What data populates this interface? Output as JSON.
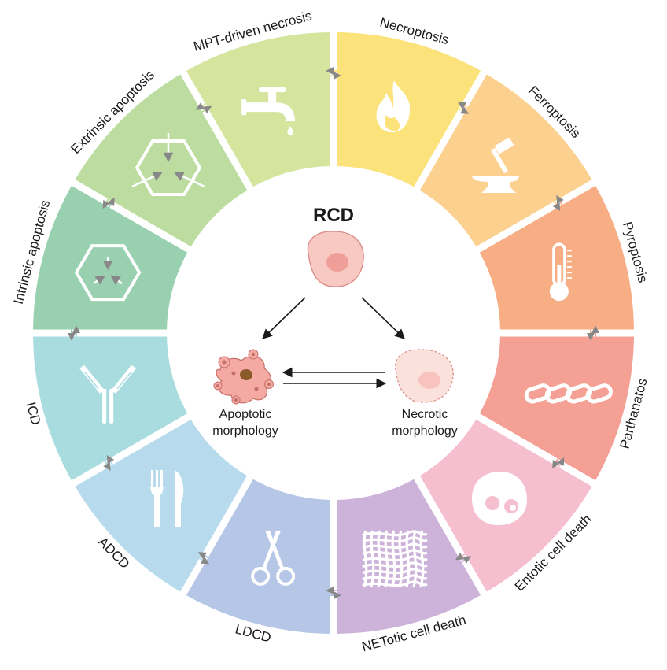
{
  "center": {
    "title": "RCD",
    "apoptotic_label": [
      "Apoptotic",
      "morphology"
    ],
    "necrotic_label": [
      "Necrotic",
      "morphology"
    ]
  },
  "segments": [
    {
      "key": "necroptosis",
      "label": "Necroptosis",
      "color": "#fbe27a",
      "icon": "fire-icon"
    },
    {
      "key": "ferroptosis",
      "label": "Ferroptosis",
      "color": "#fcd08e",
      "icon": "hammer-anvil-icon"
    },
    {
      "key": "pyroptosis",
      "label": "Pyroptosis",
      "color": "#f7ae85",
      "icon": "thermometer-icon"
    },
    {
      "key": "parthanatos",
      "label": "Parthanatos",
      "color": "#f4a094",
      "icon": "chain-icon"
    },
    {
      "key": "entotic",
      "label": "Entotic cell death",
      "color": "#f6bfcf",
      "icon": "cell-in-cell-icon"
    },
    {
      "key": "netotic",
      "label": "NETotic cell death",
      "color": "#cdb3d9",
      "icon": "net-icon"
    },
    {
      "key": "ldcd",
      "label": "LDCD",
      "color": "#b5c6e6",
      "icon": "scissors-icon"
    },
    {
      "key": "adcd",
      "label": "ADCD",
      "color": "#b8daed",
      "icon": "fork-knife-icon"
    },
    {
      "key": "icd",
      "label": "ICD",
      "color": "#a9dcdf",
      "icon": "antibody-icon"
    },
    {
      "key": "intrinsic",
      "label": "Intrinsic apoptosis",
      "color": "#98d0b0",
      "icon": "hexagon-inward-icon"
    },
    {
      "key": "extrinsic",
      "label": "Extrinsic apoptosis",
      "color": "#bcdca0",
      "icon": "hexagon-outward-icon"
    },
    {
      "key": "mpt",
      "label": "MPT-driven necrosis",
      "color": "#d5e59e",
      "icon": "faucet-icon"
    }
  ],
  "colors": {
    "arrow_dark": "#1a1a1a",
    "cell_fill": "#f7c9c2",
    "cell_nucleus": "#ef9e98",
    "necrotic_fill": "#fbe1dc",
    "apoptotic_body": "#8a5a2b"
  }
}
